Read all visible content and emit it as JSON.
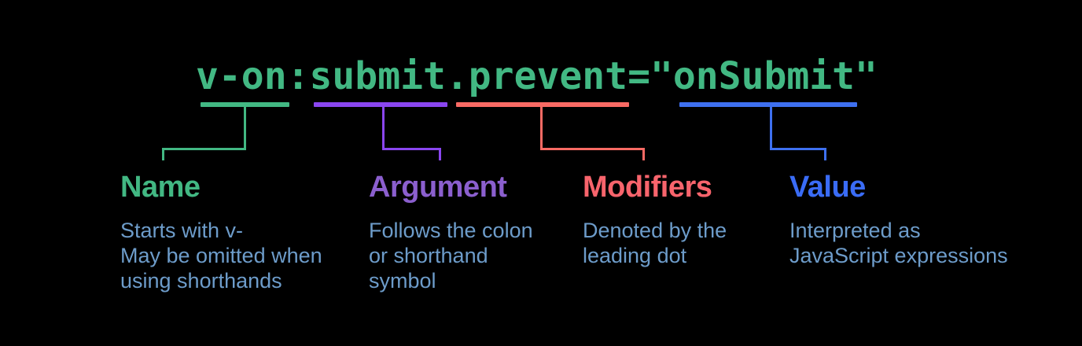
{
  "code": {
    "text": "v-on:submit.prevent=\"onSubmit\""
  },
  "colors": {
    "background": "#000000",
    "code": "#42b883",
    "description": "#6d9cca"
  },
  "groups": [
    {
      "label": "Name",
      "line_color": "#42b883",
      "label_color": "#42b883",
      "lines": [
        "Starts with v-",
        "May be omitted when",
        "using shorthands"
      ]
    },
    {
      "label": "Argument",
      "line_color": "#8a46f0",
      "label_color": "#8b5fce",
      "lines": [
        "Follows the colon",
        "or shorthand",
        "symbol"
      ]
    },
    {
      "label": "Modifiers",
      "line_color": "#f96a64",
      "label_color": "#f8646c",
      "lines": [
        "Denoted by the",
        "leading dot"
      ]
    },
    {
      "label": "Value",
      "line_color": "#3e70f0",
      "label_color": "#3a6cf6",
      "lines": [
        "Interpreted as",
        "JavaScript expressions"
      ]
    }
  ]
}
